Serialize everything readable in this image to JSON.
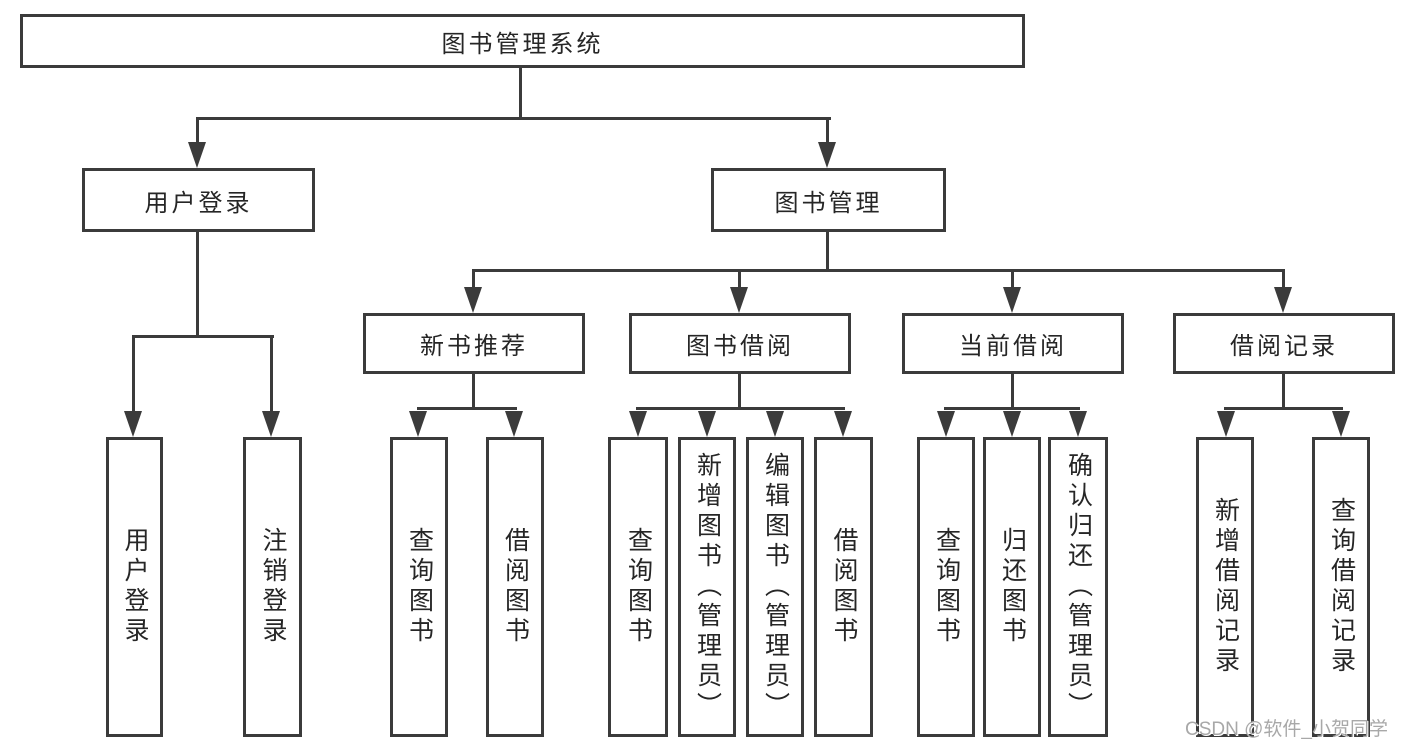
{
  "title": "图书管理系统",
  "watermark": "CSDN @软件_小贺同学",
  "colors": {
    "line": "#3b3b3b",
    "text": "#262626",
    "watermark": "#a8a8a8",
    "background": "#ffffff"
  },
  "tree": {
    "root": {
      "label": "图书管理系统"
    },
    "branches": [
      {
        "label": "用户登录",
        "children": [
          {
            "label": "用户登录"
          },
          {
            "label": "注销登录"
          }
        ]
      },
      {
        "label": "图书管理",
        "children": [
          {
            "label": "新书推荐",
            "children": [
              {
                "label": "查询图书"
              },
              {
                "label": "借阅图书"
              }
            ]
          },
          {
            "label": "图书借阅",
            "children": [
              {
                "label": "查询图书"
              },
              {
                "label": "新增图书（管理员）"
              },
              {
                "label": "编辑图书（管理员）"
              },
              {
                "label": "借阅图书"
              }
            ]
          },
          {
            "label": "当前借阅",
            "children": [
              {
                "label": "查询图书"
              },
              {
                "label": "归还图书"
              },
              {
                "label": "确认归还（管理员）"
              }
            ]
          },
          {
            "label": "借阅记录",
            "children": [
              {
                "label": "新增借阅记录"
              },
              {
                "label": "查询借阅记录"
              }
            ]
          }
        ]
      }
    ]
  }
}
